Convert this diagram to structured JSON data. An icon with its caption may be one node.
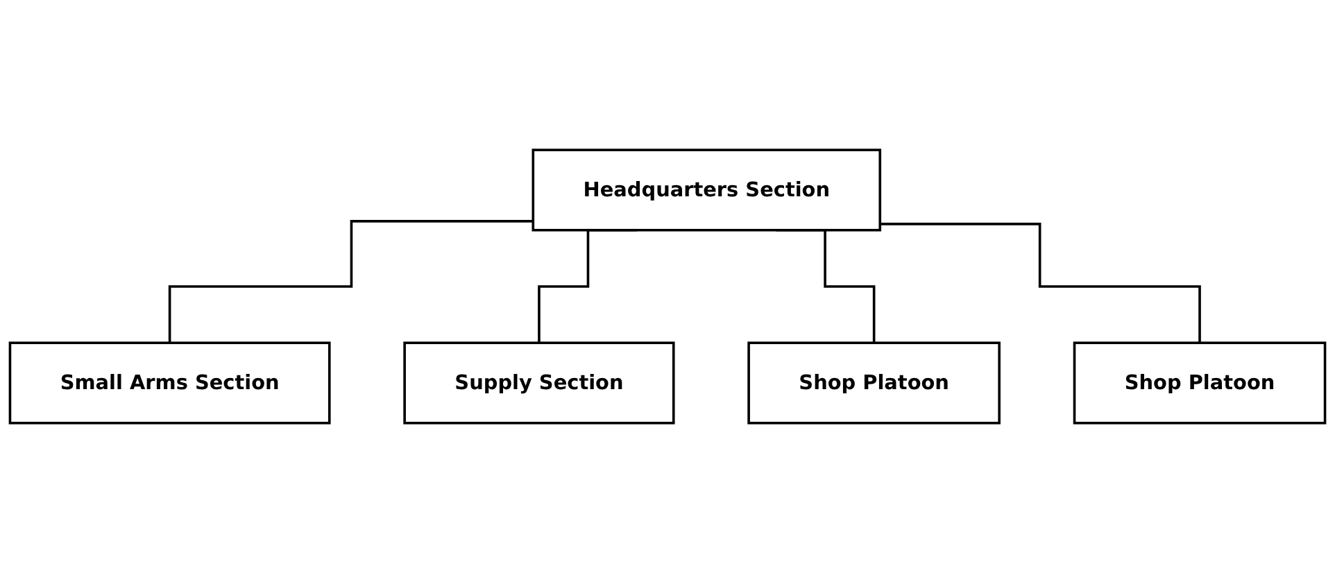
{
  "diagram": {
    "nodes": [
      {
        "text": [
          "Headquarters Section"
        ]
      },
      {
        "text": [
          "Small Arms Section"
        ]
      },
      {
        "text": [
          "Supply Section"
        ]
      },
      {
        "text": [
          "Shop Platoon"
        ]
      },
      {
        "text": [
          "Shop Platoon"
        ]
      }
    ],
    "edges": [
      {
        "from": 0,
        "to": 1,
        "arrow": "none"
      },
      {
        "from": 0,
        "to": 2,
        "arrow": "none"
      },
      {
        "from": 0,
        "to": 3,
        "arrow": "none"
      },
      {
        "from": 0,
        "to": 4,
        "arrow": "none"
      }
    ]
  }
}
